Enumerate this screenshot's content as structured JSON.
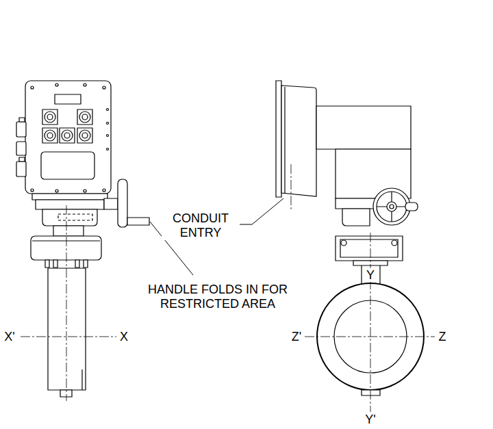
{
  "diagram": {
    "labels": [
      "CONDUIT ENTRY",
      "HANDLE FOLDS IN FOR RESTRICTED AREA",
      "X'",
      "X",
      "Y",
      "Z'",
      "Z",
      "Y'"
    ]
  }
}
